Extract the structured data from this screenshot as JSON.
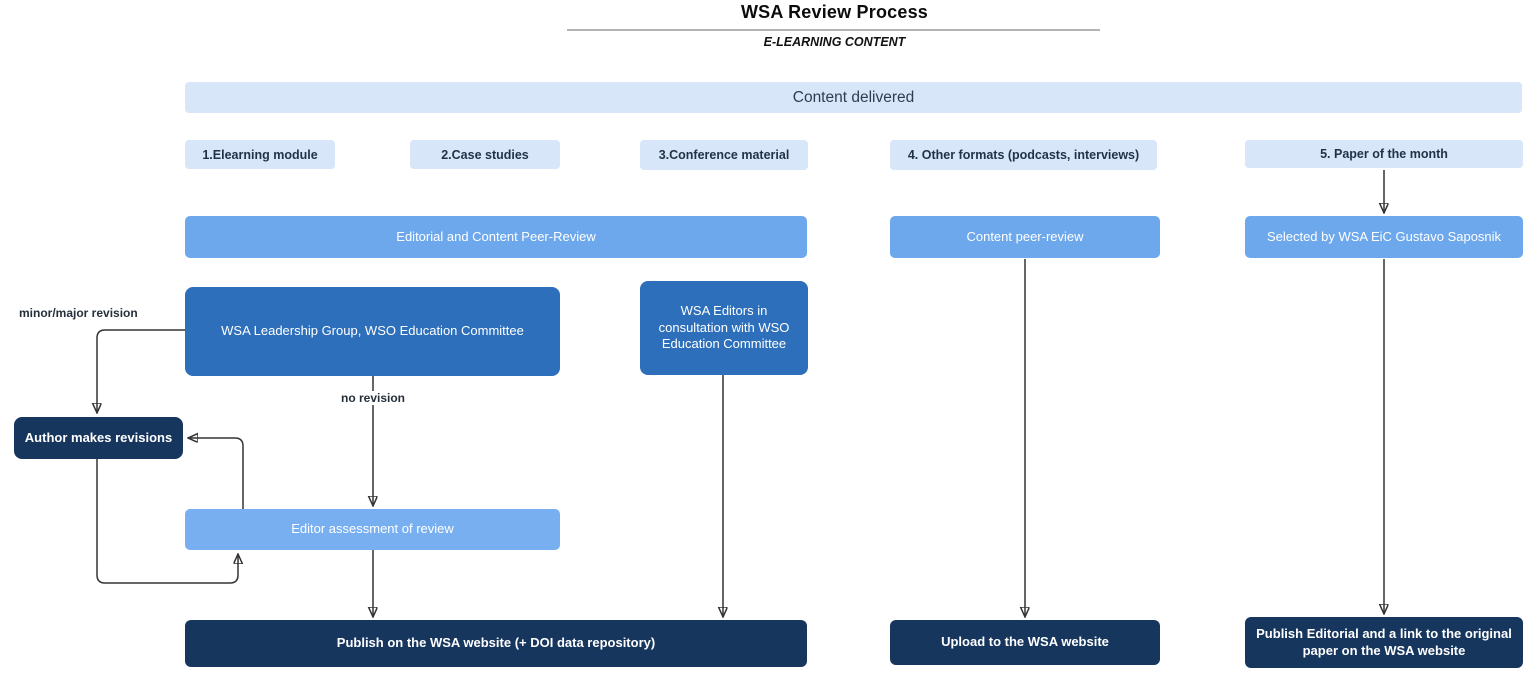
{
  "page": {
    "title": "WSA Review Process",
    "subtitle": "E-LEARNING CONTENT"
  },
  "colors": {
    "light_blue": "#d7e6f8",
    "mid_blue": "#6da7ec",
    "assessment_blue": "#77aff1",
    "dark_blue": "#2d6fba",
    "navy": "#17365e",
    "arrow": "#333333"
  },
  "nodes": {
    "banner": {
      "label": "Content delivered"
    },
    "cat1": {
      "label": "1.Elearning module"
    },
    "cat2": {
      "label": "2.Case studies"
    },
    "cat3": {
      "label": "3.Conference material"
    },
    "cat4": {
      "label": "4. Other formats (podcasts, interviews)"
    },
    "cat5": {
      "label": "5. Paper of the month"
    },
    "editorial_review": {
      "label": "Editorial and Content Peer-Review"
    },
    "content_review": {
      "label": "Content peer-review"
    },
    "selected_by_eic": {
      "label": "Selected by WSA EiC Gustavo Saposnik"
    },
    "leadership": {
      "label": "WSA Leadership Group, WSO Education Committee"
    },
    "editors": {
      "label": "WSA Editors in consultation with WSO Education Committee"
    },
    "author_revisions": {
      "label": "Author makes revisions"
    },
    "editor_assessment": {
      "label": "Editor assessment of review"
    },
    "publish_wsa": {
      "label": "Publish on the WSA website (+ DOI data repository)"
    },
    "upload_wsa": {
      "label": "Upload to the WSA website"
    },
    "publish_editorial": {
      "label": "Publish Editorial and a link to the original paper on the WSA website"
    }
  },
  "edge_labels": {
    "minor_major": "minor/major revision",
    "no_revision": "no revision"
  }
}
